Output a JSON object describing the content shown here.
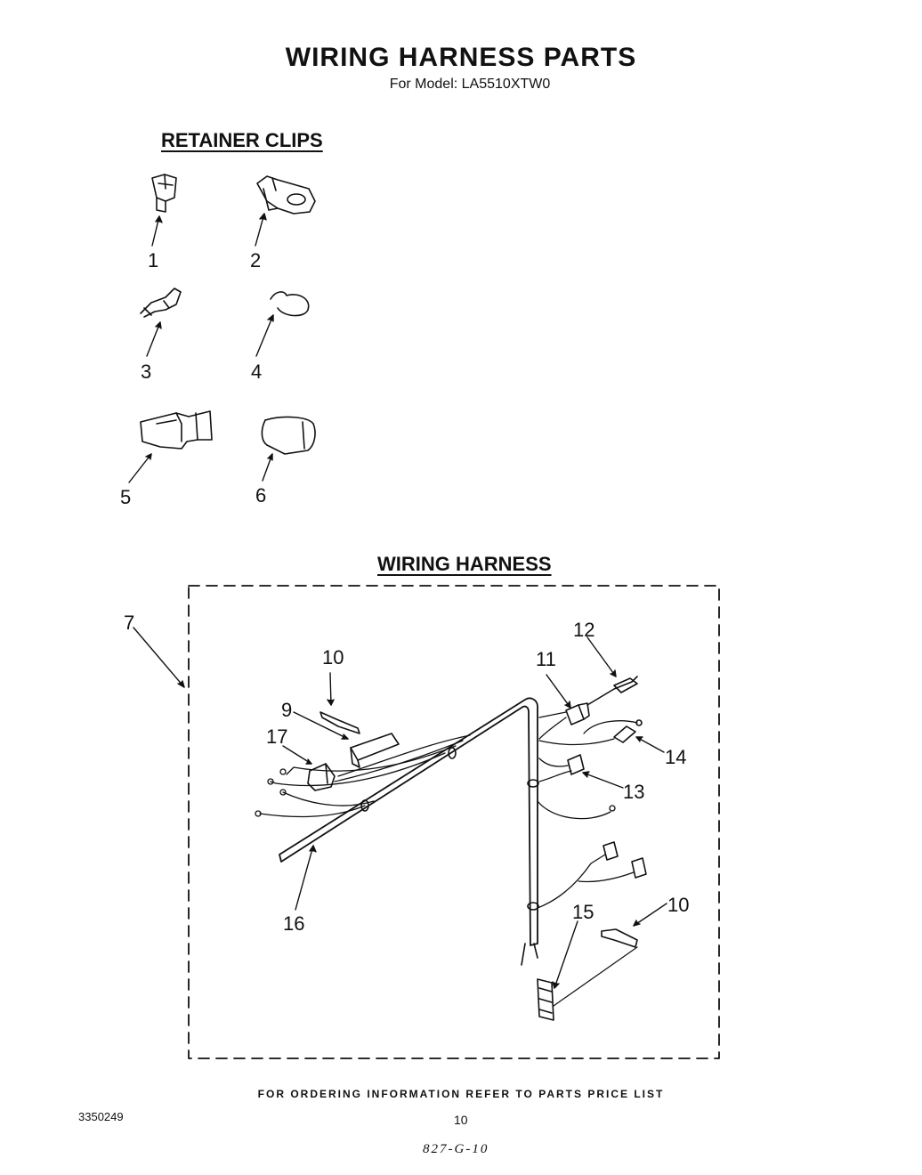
{
  "header": {
    "title": "WIRING HARNESS PARTS",
    "subtitle": "For Model: LA5510XTW0"
  },
  "sections": {
    "clips_heading": "RETAINER CLIPS",
    "harness_heading": "WIRING HARNESS"
  },
  "callouts": {
    "clip_1": "1",
    "clip_2": "2",
    "clip_3": "3",
    "clip_4": "4",
    "clip_5": "5",
    "clip_6": "6",
    "harness_assembly": "7",
    "part_9": "9",
    "part_10_left": "10",
    "part_10_right": "10",
    "part_11": "11",
    "part_12": "12",
    "part_13": "13",
    "part_14": "14",
    "part_15": "15",
    "part_16": "16",
    "part_17": "17"
  },
  "footer": {
    "ordering_note": "FOR ORDERING INFORMATION REFER TO PARTS PRICE LIST",
    "document_number": "3350249",
    "page_number": "10",
    "handwritten_note": "827-G-10"
  },
  "colors": {
    "ink": "#111111",
    "paper": "#ffffff"
  }
}
